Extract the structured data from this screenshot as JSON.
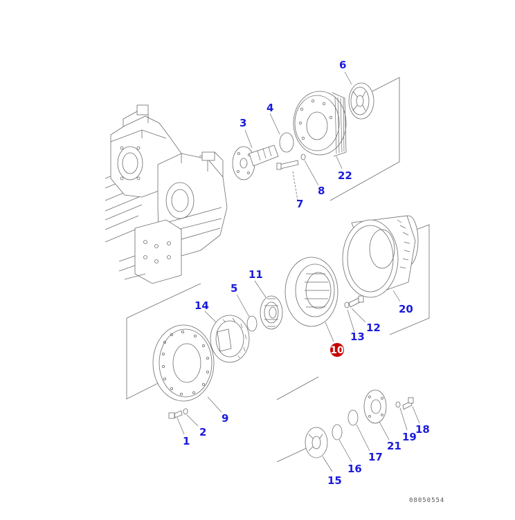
{
  "diagram": {
    "drawing_number": "08050554",
    "highlight_color": "#c80000",
    "callout_color": "#1a1adc",
    "callouts": [
      {
        "label": "1",
        "highlighted": false
      },
      {
        "label": "2",
        "highlighted": false
      },
      {
        "label": "3",
        "highlighted": false
      },
      {
        "label": "4",
        "highlighted": false
      },
      {
        "label": "5",
        "highlighted": false
      },
      {
        "label": "6",
        "highlighted": false
      },
      {
        "label": "7",
        "highlighted": false
      },
      {
        "label": "8",
        "highlighted": false
      },
      {
        "label": "9",
        "highlighted": false
      },
      {
        "label": "10",
        "highlighted": true
      },
      {
        "label": "11",
        "highlighted": false
      },
      {
        "label": "12",
        "highlighted": false
      },
      {
        "label": "13",
        "highlighted": false
      },
      {
        "label": "14",
        "highlighted": false
      },
      {
        "label": "15",
        "highlighted": false
      },
      {
        "label": "16",
        "highlighted": false
      },
      {
        "label": "17",
        "highlighted": false
      },
      {
        "label": "18",
        "highlighted": false
      },
      {
        "label": "19",
        "highlighted": false
      },
      {
        "label": "20",
        "highlighted": false
      },
      {
        "label": "21",
        "highlighted": false
      },
      {
        "label": "22",
        "highlighted": false
      }
    ]
  }
}
